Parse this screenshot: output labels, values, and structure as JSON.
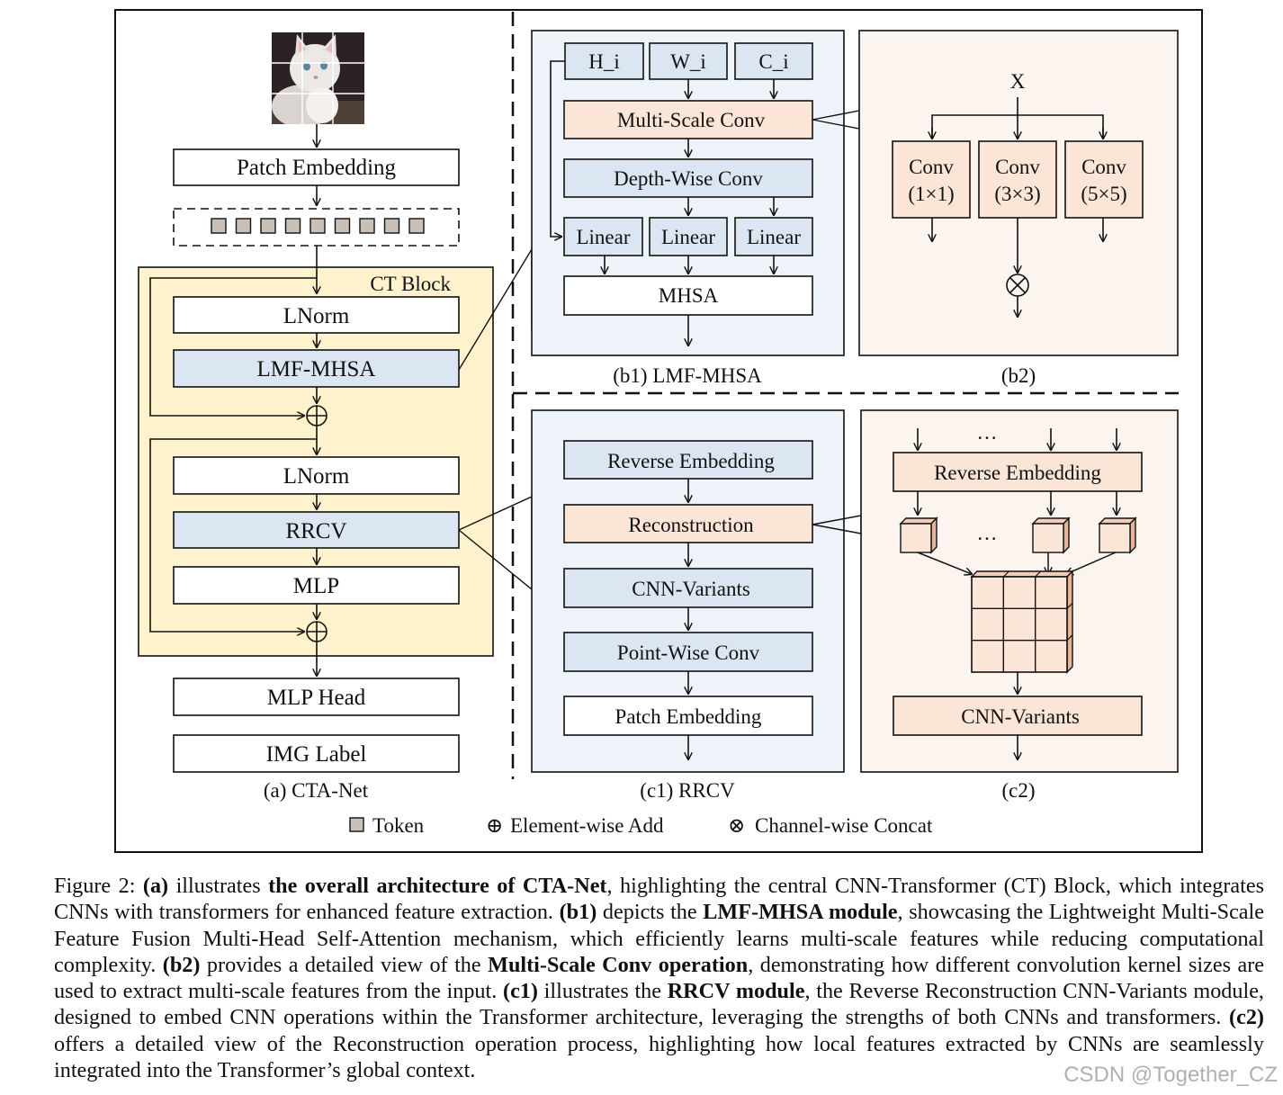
{
  "colors": {
    "white_box": "#ffffff",
    "blue_box": "#dce6f2",
    "peach_box": "#fbe5d6",
    "ct_block_bg": "#fff2cc",
    "panel_b1_bg": "#eef3f9",
    "panel_b2_bg": "#fbf4ef",
    "token_fill": "#c9c0b8",
    "border": "#222222"
  },
  "panel_a": {
    "patch_embedding": "Patch Embedding",
    "ct_block_title": "CT Block",
    "lnorm_1": "LNorm",
    "lmf_mhsa": "LMF-MHSA",
    "lnorm_2": "LNorm",
    "rrcv": "RRCV",
    "mlp": "MLP",
    "mlp_head": "MLP Head",
    "img_label": "IMG Label",
    "label": "(a) CTA-Net"
  },
  "panel_b1": {
    "h_i": "H_i",
    "w_i": "W_i",
    "c_i": "C_i",
    "multi_scale_conv": "Multi-Scale Conv",
    "depth_wise_conv": "Depth-Wise Conv",
    "linear_1": "Linear",
    "linear_2": "Linear",
    "linear_3": "Linear",
    "mhsa": "MHSA",
    "label": "(b1) LMF-MHSA"
  },
  "panel_b2": {
    "x": "X",
    "conv_label": "Conv",
    "conv_1": "(1×1)",
    "conv_2": "(3×3)",
    "conv_3": "(5×5)",
    "label": "(b2)"
  },
  "panel_c1": {
    "reverse_embedding": "Reverse Embedding",
    "reconstruction": "Reconstruction",
    "cnn_variants": "CNN-Variants",
    "point_wise_conv": "Point-Wise Conv",
    "patch_embedding": "Patch Embedding",
    "label": "(c1) RRCV"
  },
  "panel_c2": {
    "ellipsis_top": "…",
    "reverse_embedding": "Reverse Embedding",
    "ellipsis_mid": "…",
    "cnn_variants": "CNN-Variants",
    "label": "(c2)"
  },
  "legend": {
    "token": "Token",
    "add_symbol": "⊕",
    "add": "Element-wise Add",
    "concat_symbol": "⊗",
    "concat": "Channel-wise Concat"
  },
  "caption": {
    "p01": "Figure 2: ",
    "p02": "(a)",
    "p03": " illustrates ",
    "p04": "the overall architecture of CTA-Net",
    "p05": ", highlighting the central CNN-Transformer (CT) Block, which integrates CNNs with transformers for enhanced feature extraction. ",
    "p06": "(b1)",
    "p07": " depicts the ",
    "p08": "LMF-MHSA module",
    "p09": ", showcasing the Lightweight Multi-Scale Feature Fusion Multi-Head Self-Attention mechanism, which efficiently learns multi-scale features while reducing computational complexity. ",
    "p10": "(b2)",
    "p11": " provides a detailed view of the ",
    "p12": "Multi-Scale Conv operation",
    "p13": ", demonstrating how different convolution kernel sizes are used to extract multi-scale features from the input. ",
    "p14": "(c1)",
    "p15": " illustrates the ",
    "p16": "RRCV module",
    "p17": ", the Reverse Reconstruction CNN-Variants module, designed to embed CNN operations within the Transformer architecture, leveraging the strengths of both CNNs and transformers. ",
    "p18": "(c2)",
    "p19": " offers a detailed view of the Reconstruction operation process, highlighting how local features extracted by CNNs are seamlessly integrated into the Transformer’s global context."
  },
  "watermark": "CSDN @Together_CZ"
}
